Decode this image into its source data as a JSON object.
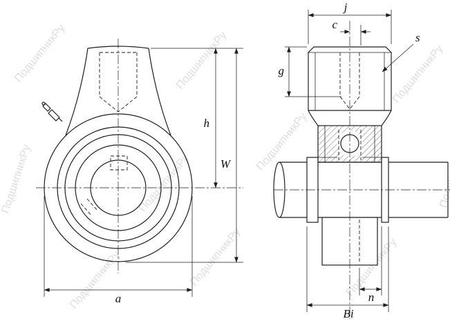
{
  "labels": {
    "h": "h",
    "W": "W",
    "a": "a",
    "j": "j",
    "c": "c",
    "s": "s",
    "g": "g",
    "n": "n",
    "Bi": "Bi"
  },
  "watermark": {
    "text": "ПодшипникРу"
  },
  "colors": {
    "line": "#1e1e1e",
    "watermark": "#c9c9c9",
    "background": "#ffffff"
  }
}
